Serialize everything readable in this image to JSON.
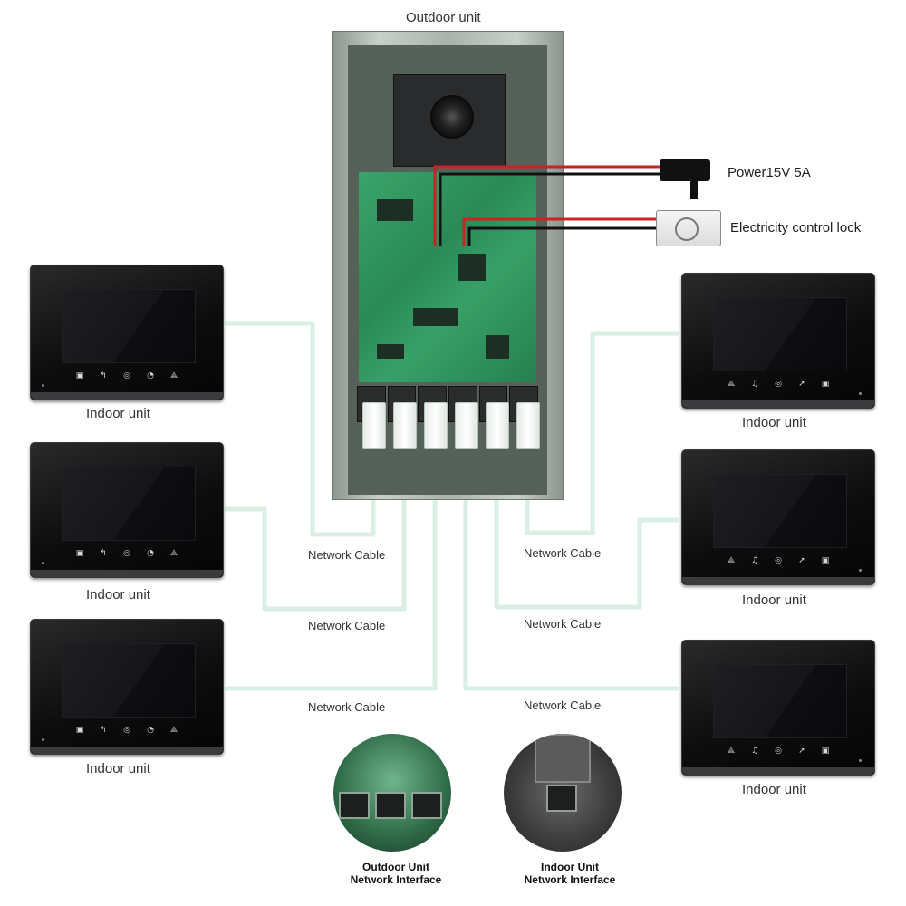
{
  "outdoor_label": "Outdoor unit",
  "power_label": "Power15V 5A",
  "lock_label": "Electricity control lock",
  "indoor_unit_label": "Indoor unit",
  "network_cable_label": "Network Cable",
  "outdoor_interface": {
    "line1": "Outdoor Unit",
    "line2": "Network Interface"
  },
  "indoor_interface": {
    "line1": "Indoor Unit",
    "line2": "Network Interface"
  },
  "left_monitor_buttons": [
    "▣",
    "↰",
    "◎",
    "◔",
    "⟁"
  ],
  "right_monitor_buttons": [
    "⟁",
    "♫",
    "◎",
    "➚",
    "▣"
  ],
  "colors": {
    "cable": "#d9efe3",
    "wire_red": "#cc2222",
    "wire_black": "#111111"
  }
}
